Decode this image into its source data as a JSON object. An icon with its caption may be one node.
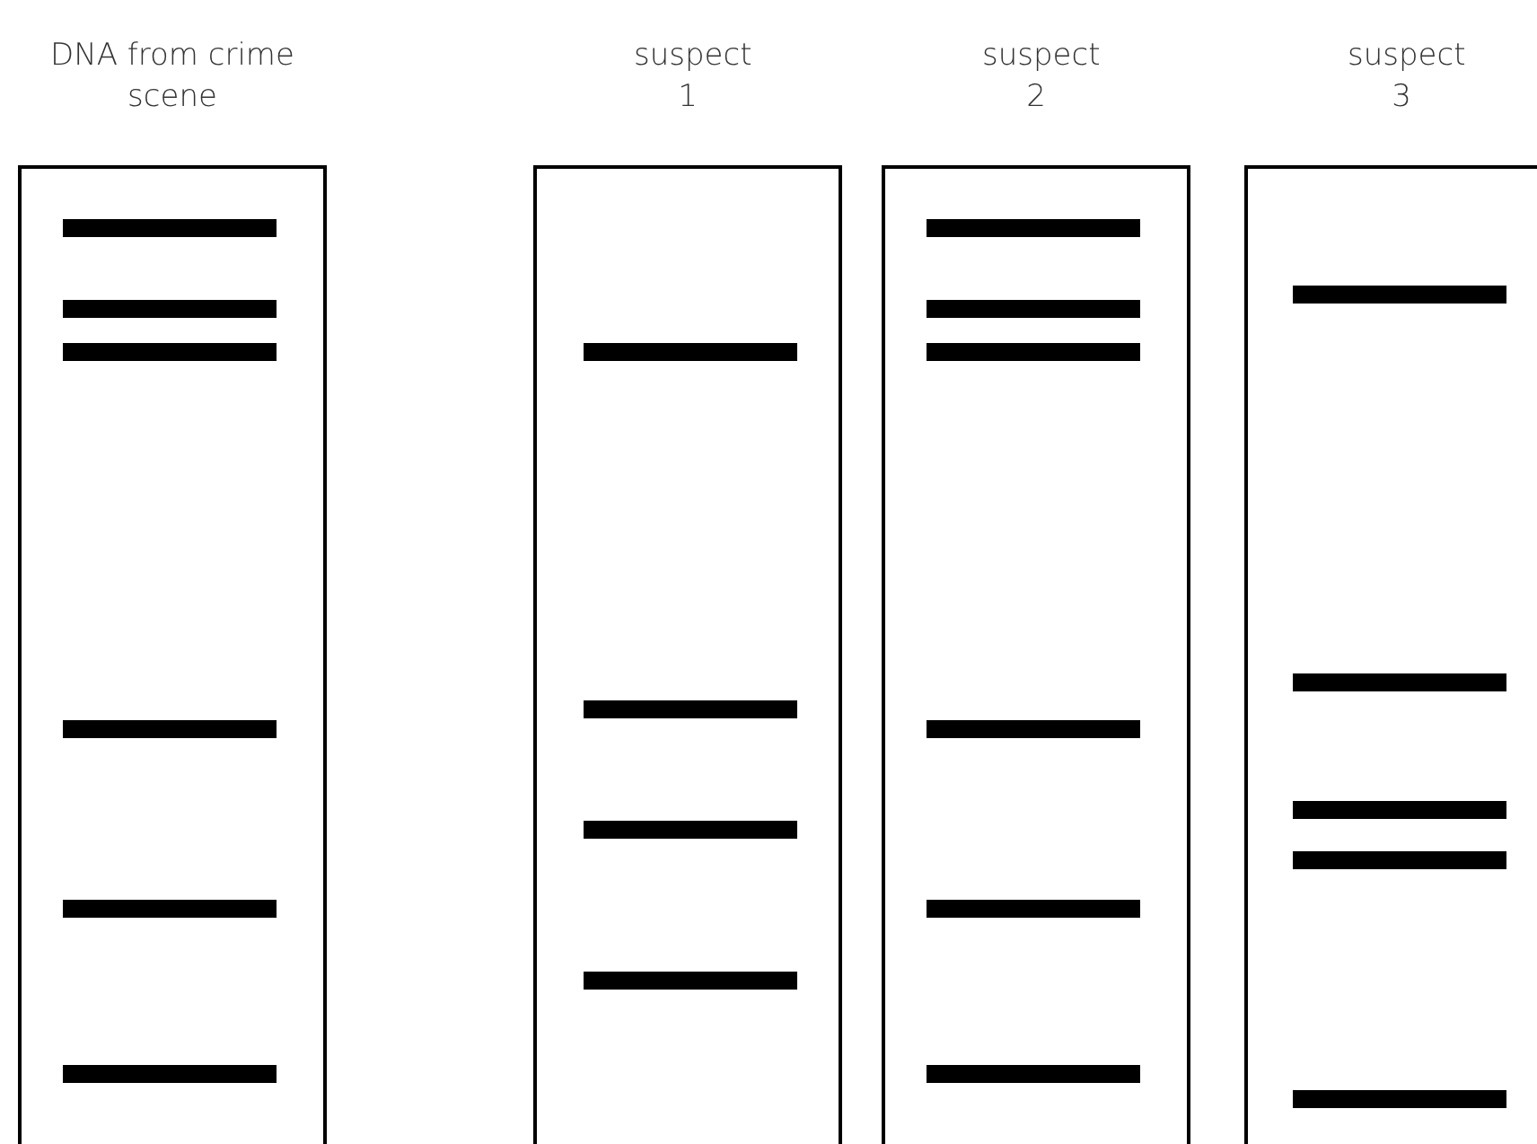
{
  "diagram": {
    "nodes": [
      {
        "text": [
          "DNA from crime scene"
        ]
      },
      {
        "text": [
          "suspect 1"
        ]
      },
      {
        "text": [
          "suspect 2"
        ]
      },
      {
        "text": [
          "suspect 3"
        ]
      }
    ]
  }
}
